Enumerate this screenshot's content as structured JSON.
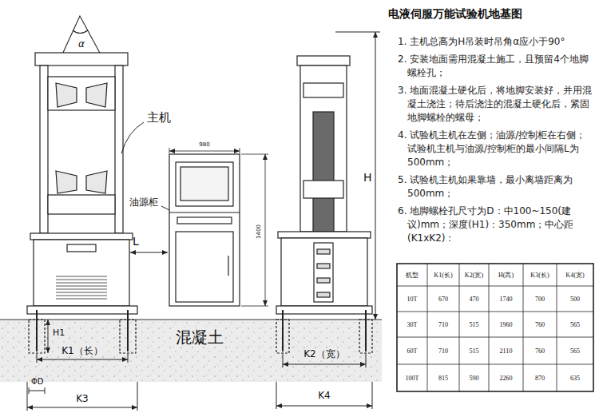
{
  "diagram": {
    "title": "电液伺服万能试验机地基图",
    "labels": [
      "1. 主机总高为H吊装时吊角α应小于90°",
      "2. 安装地面需用混凝土施工，且预留4个地脚螺栓孔；",
      "3. 地面混凝土硬化后，将地脚安装好，并用混凝土浇注；待后浇注的混凝土硬化后，紧固地脚螺栓的螺母；",
      "4. 试验机主机在左侧；油源/控制柜在右侧；试验机主机与油源/控制柜的最小间隔L为500mm；",
      "5. 试验机主机如果靠墙，最小离墙距离为500mm；",
      "6. 地脚螺栓孔尺寸为D：中100~150(建议)mm；深度(H1)：350mm；中心距(K1xK2)：",
      "主机",
      "油源柜",
      "L",
      "α",
      "980",
      "1400",
      "H",
      "H1",
      "K1（长）",
      "ΦD",
      "K3",
      "混凝土",
      "K2（宽）",
      "K4",
      "机型",
      "K1(长)",
      "K2(宽)",
      "H(高)",
      "K3(长)",
      "K4(宽)",
      "10T",
      "670",
      "470",
      "1740",
      "700",
      "500",
      "30T",
      "710",
      "515",
      "1960",
      "760",
      "565",
      "60T",
      "710",
      "515",
      "2110",
      "760",
      "565",
      "100T",
      "815",
      "590",
      "2260",
      "870",
      "635"
    ]
  }
}
